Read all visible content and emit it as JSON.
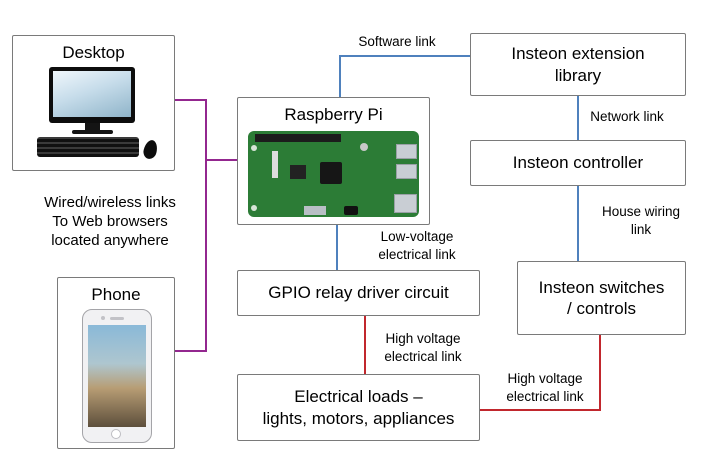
{
  "diagram": {
    "nodes": {
      "desktop": {
        "label": "Desktop"
      },
      "phone": {
        "label": "Phone"
      },
      "raspberry_pi": {
        "label": "Raspberry Pi"
      },
      "insteon_extension_library": {
        "label": [
          "Insteon extension",
          "library"
        ]
      },
      "insteon_controller": {
        "label": "Insteon controller"
      },
      "insteon_switches": {
        "label": [
          "Insteon switches",
          "/ controls"
        ]
      },
      "gpio_relay_driver": {
        "label": "GPIO relay driver circuit"
      },
      "electrical_loads": {
        "label": [
          "Electrical loads –",
          "lights, motors, appliances"
        ]
      }
    },
    "edge_labels": {
      "software_link": "Software link",
      "network_link": "Network link",
      "house_wiring_link": [
        "House wiring",
        "link"
      ],
      "low_voltage_electrical_link": [
        "Low-voltage",
        "electrical link"
      ],
      "high_voltage_electrical_link_left": [
        "High voltage",
        "electrical link"
      ],
      "high_voltage_electrical_link_right": [
        "High voltage",
        "electrical link"
      ]
    },
    "annotation": [
      "Wired/wireless links",
      "To Web browsers",
      "located anywhere"
    ],
    "link_colors": {
      "web": "#93278f",
      "network": "#4f81bd",
      "power": "#c1272d"
    }
  }
}
